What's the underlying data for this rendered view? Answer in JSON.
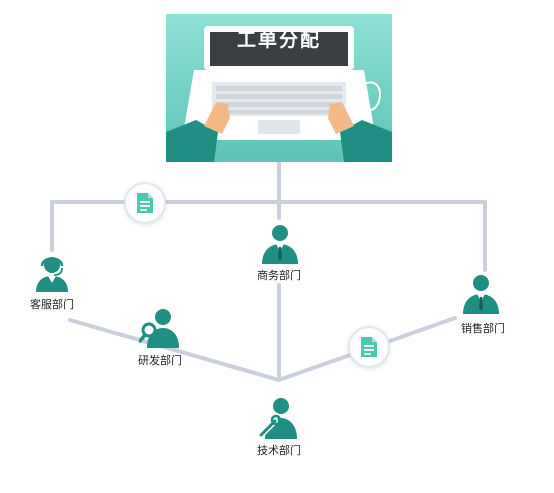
{
  "title": "工单分配",
  "colors": {
    "teal": "#1f8f84",
    "card_bg": "#7fd6cb",
    "line": "#c9cfdb",
    "doc": "#4fc7b5"
  },
  "departments": {
    "customer_service": "客服部门",
    "business": "商务部门",
    "sales": "销售部门",
    "rnd": "研发部门",
    "tech": "技术部门"
  },
  "icons": {
    "doc": "document-icon",
    "headset_person": "headset-person-icon",
    "business_person": "business-person-icon",
    "search_person": "search-person-icon",
    "wrench_person": "wrench-person-icon",
    "laptop": "laptop-icon"
  }
}
